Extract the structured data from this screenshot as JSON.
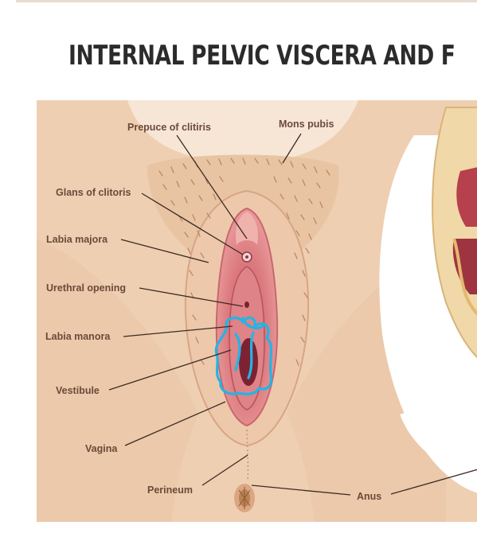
{
  "title": "INTERNAL PELVIC VISCERA AND F",
  "colors": {
    "skin": "#f1d3b7",
    "skin_shadow": "#e6bf9f",
    "panel_bg": "#f7e6d6",
    "mucosa": "#d9737a",
    "mucosa_dark": "#a43d48",
    "annotation": "#22b5e6",
    "label_text": "#6b4a3a"
  },
  "labels": {
    "prepuce": "Prepuce of clitiris",
    "mons": "Mons pubis",
    "glans": "Glans of clitoris",
    "labia_majora": "Labia majora",
    "urethral": "Urethral opening",
    "labia_manora": "Labia manora",
    "vestibule": "Vestibule",
    "vagina": "Vagina",
    "perineum": "Perineum",
    "anus": "Anus"
  }
}
